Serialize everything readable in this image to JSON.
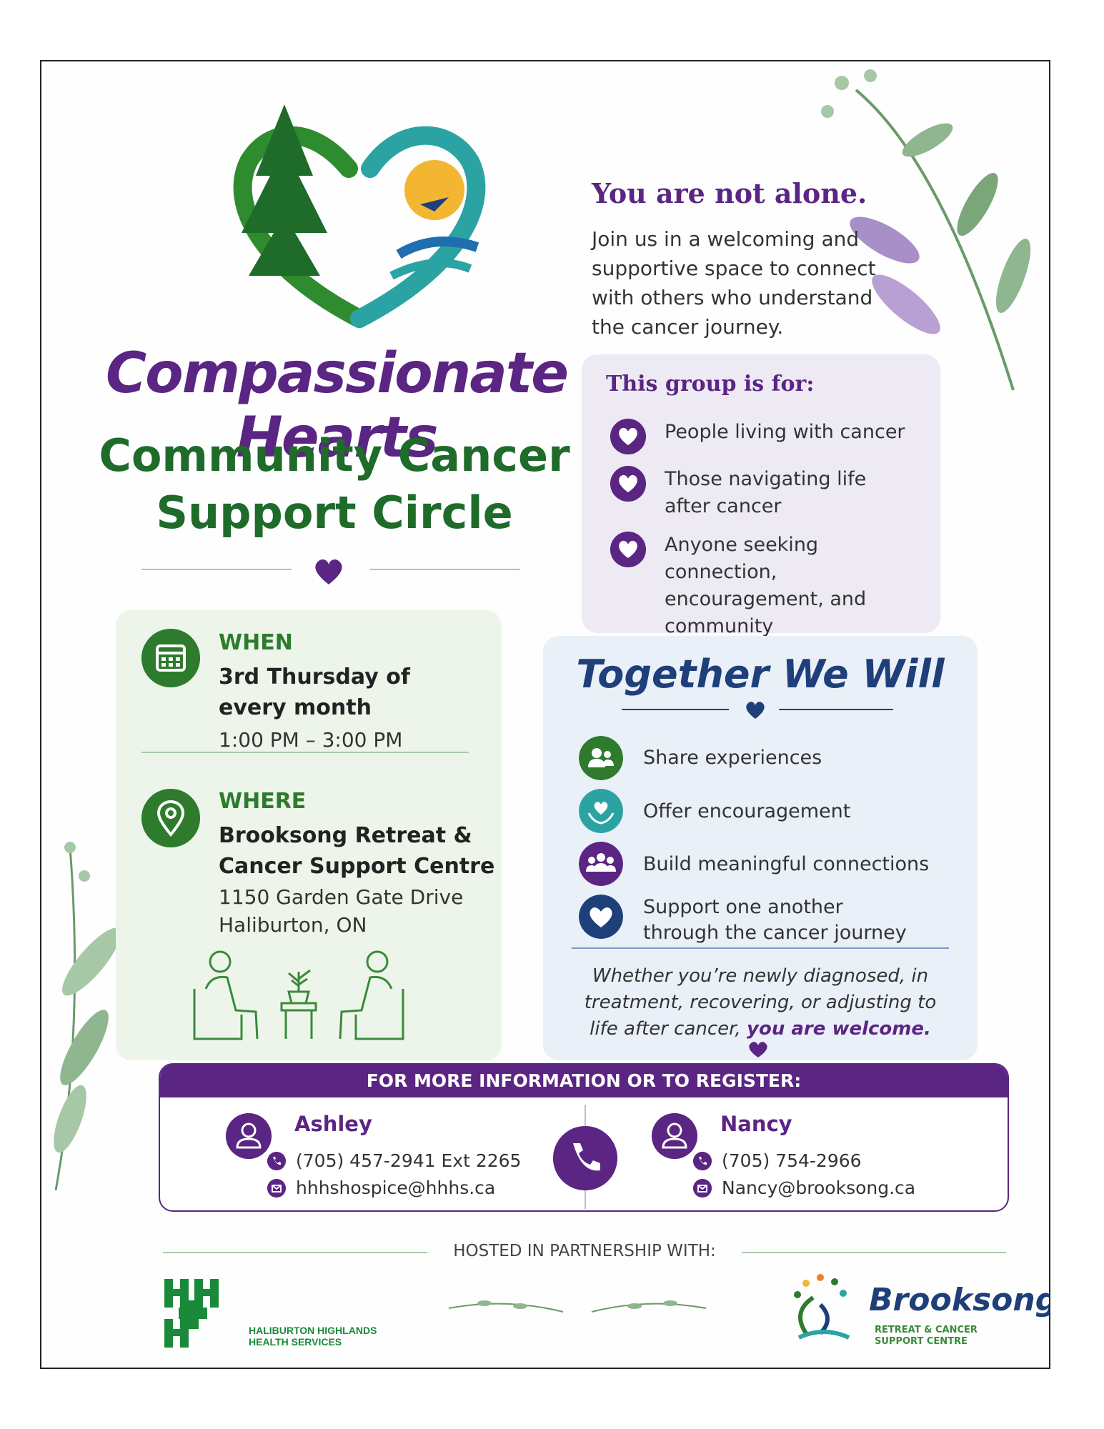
{
  "header": {
    "script_title": "Compassionate Hearts",
    "main_title_line1": "Community Cancer",
    "main_title_line2": "Support Circle"
  },
  "intro": {
    "tagline": "You are not alone.",
    "text": "Join us in a welcoming and supportive space to connect with others who understand the cancer journey."
  },
  "group": {
    "title": "This group is for:",
    "items": [
      {
        "line1": "People living with cancer",
        "line2": ""
      },
      {
        "line1": "Those navigating life",
        "line2": "after cancer"
      },
      {
        "line1": "Anyone seeking connection,",
        "line2": "encouragement, and",
        "line3": "community"
      }
    ]
  },
  "when": {
    "label": "WHEN",
    "line1": "3rd Thursday of",
    "line2": "every month",
    "time": "1:00 PM – 3:00 PM"
  },
  "where": {
    "label": "WHERE",
    "line1": "Brooksong Retreat &",
    "line2": "Cancer Support Centre",
    "address1": "1150 Garden Gate Drive",
    "address2": "Haliburton, ON"
  },
  "together": {
    "title": "Together We Will",
    "items": [
      {
        "line1": "Share experiences",
        "line2": "",
        "icon": "people-icon"
      },
      {
        "line1": "Offer encouragement",
        "line2": "",
        "icon": "hands-heart-icon"
      },
      {
        "line1": "Build meaningful connections",
        "line2": "",
        "icon": "group-icon"
      },
      {
        "line1": "Support one another",
        "line2": "through the cancer journey",
        "icon": "heart-icon"
      }
    ],
    "quote_line1": "Whether you’re newly diagnosed, in",
    "quote_line2": "treatment, recovering, or adjusting to",
    "quote_line3_pre": "life after cancer, ",
    "quote_line3_hl": "you are welcome."
  },
  "contact": {
    "bar": "FOR MORE INFORMATION OR TO REGISTER:",
    "people": [
      {
        "name": "Ashley",
        "phone": "(705) 457-2941 Ext 2265",
        "email": "hhhshospice@hhhs.ca"
      },
      {
        "name": "Nancy",
        "phone": "(705) 754-2966",
        "email": "Nancy@brooksong.ca"
      }
    ]
  },
  "partners": {
    "hosted_label": "HOSTED IN PARTNERSHIP WITH:",
    "hhhs_line1": "HALIBURTON HIGHLANDS",
    "hhhs_line2": "HEALTH SERVICES",
    "brooksong_name": "Brooksong",
    "brooksong_sub1": "RETREAT & CANCER",
    "brooksong_sub2": "SUPPORT CENTRE"
  },
  "colors": {
    "purple": "#5b2583",
    "green": "#2e7b2e",
    "navy": "#1f3f7a",
    "teal": "#2ba3a3"
  }
}
